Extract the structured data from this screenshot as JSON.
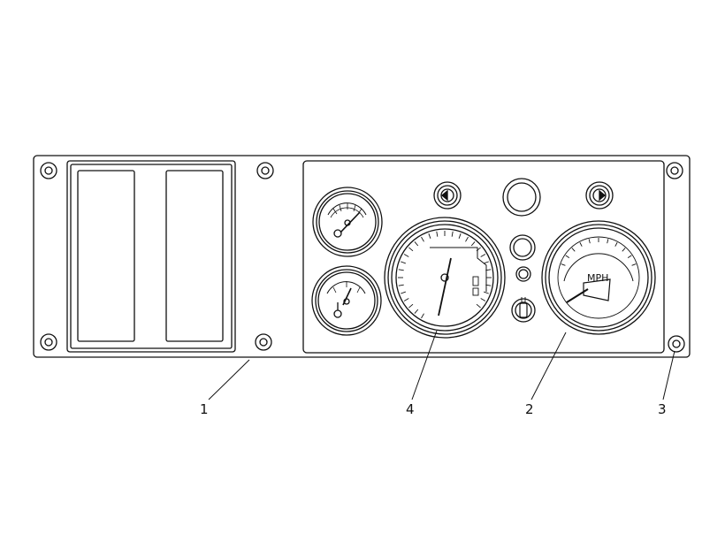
{
  "diagram": {
    "callouts": [
      {
        "id": "1",
        "label": "1"
      },
      {
        "id": "2",
        "label": "2"
      },
      {
        "id": "3",
        "label": "3"
      },
      {
        "id": "4",
        "label": "4"
      }
    ],
    "speedometer": {
      "unit_label": "MPH"
    }
  }
}
